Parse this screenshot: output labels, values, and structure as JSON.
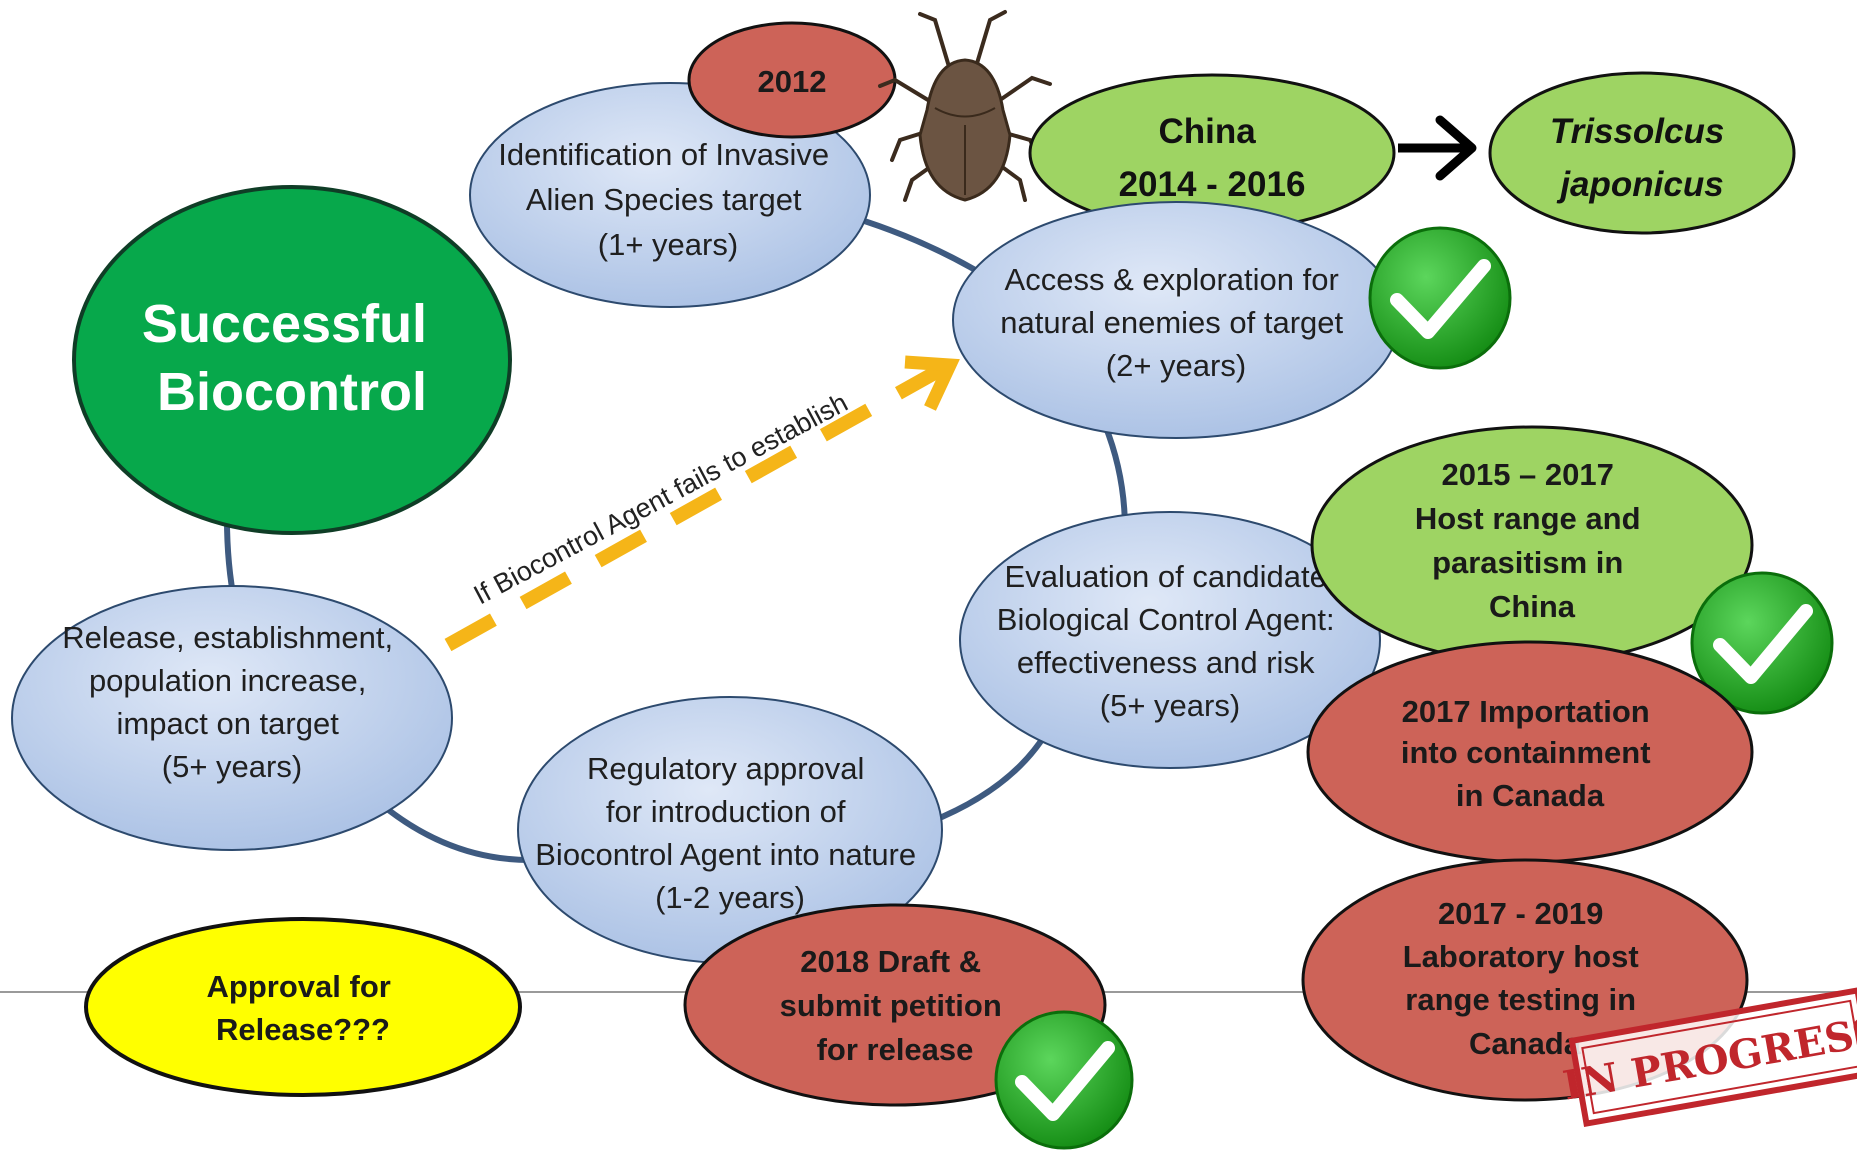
{
  "stages": {
    "identification": [
      "Identification of Invasive",
      "Alien Species target",
      "(1+ years)"
    ],
    "exploration": [
      "Access & exploration for",
      "natural enemies of target",
      "(2+ years)"
    ],
    "evaluation": [
      "Evaluation of candidate",
      "Biological Control Agent:",
      "effectiveness and risk",
      "(5+ years)"
    ],
    "regulatory": [
      "Regulatory approval",
      "for introduction of",
      "Biocontrol Agent into nature",
      "(1-2 years)"
    ],
    "release": [
      "Release, establishment,",
      "population increase,",
      "impact on target",
      "(5+ years)"
    ]
  },
  "success": [
    "Successful",
    "Biocontrol"
  ],
  "dashed_label": "If Biocontrol Agent fails to establish",
  "milestones": {
    "year_2012": "2012",
    "china": [
      "China",
      "2014 - 2016"
    ],
    "agent": [
      "Trissolcus",
      "japonicus"
    ],
    "host_range_china": [
      "2015 – 2017",
      "Host range and",
      "parasitism in",
      "China"
    ],
    "importation": [
      "2017 Importation",
      "into containment",
      "in Canada"
    ],
    "lab_testing": [
      "2017 - 2019",
      "Laboratory host",
      "range testing in",
      "Canada"
    ],
    "petition": [
      "2018 Draft &",
      "submit petition",
      "for release"
    ],
    "approval": [
      "Approval for",
      "Release???"
    ]
  },
  "stamp": "IN PROGRESS",
  "colors": {
    "stage_fill": "#b7cbea",
    "stage_stroke": "#2d4a6e",
    "success_fill": "#07a84b",
    "green_fill": "#9ed463",
    "red_fill": "#cd6358",
    "yellow_fill": "#ffff00",
    "arrow_dash": "#f5b518",
    "check_green": "#22b022",
    "stamp_red": "#c0262c"
  },
  "icons": [
    "stink-bug-image",
    "checkmark-icon",
    "right-arrow-icon",
    "dashed-arrow"
  ]
}
